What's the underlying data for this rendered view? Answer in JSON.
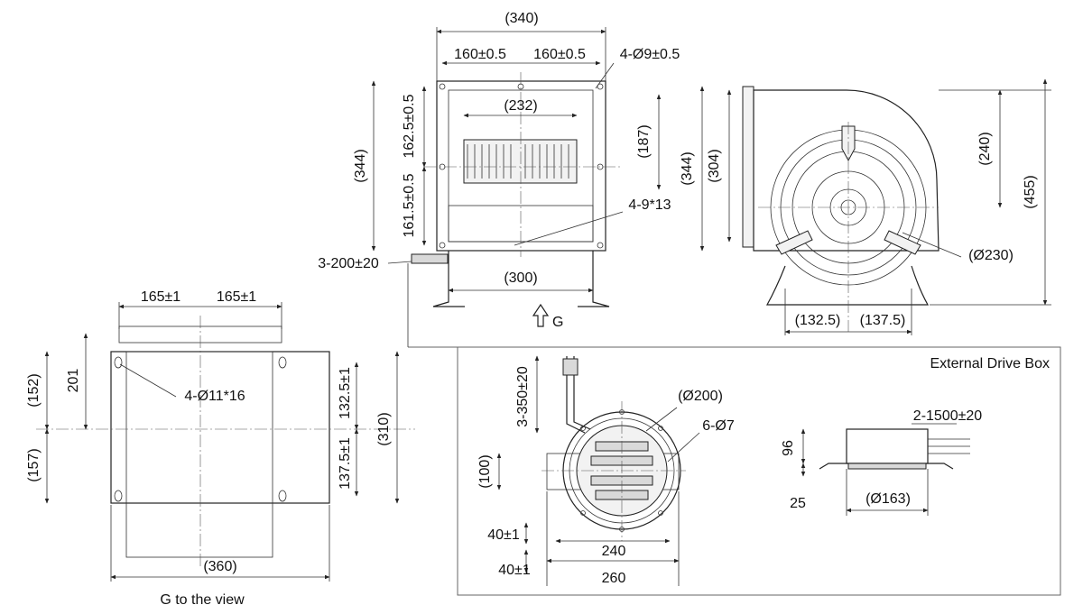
{
  "front": {
    "overall_width": "(340)",
    "half_left": "160±0.5",
    "half_right": "160±0.5",
    "holes": "4-Ø9±0.5",
    "inner_width": "(232)",
    "overall_height": "(344)",
    "upper": "162.5±0.5",
    "lower": "161.5±0.5",
    "outlet_height": "(187)",
    "slots": "4-9*13",
    "cable": "3-200±20",
    "base_width": "(300)",
    "view_label": "G"
  },
  "side": {
    "height_a": "(344)",
    "height_b": "(304)",
    "height_c": "(240)",
    "height_total": "(455)",
    "impeller": "(Ø230)",
    "left_offset": "(132.5)",
    "right_offset": "(137.5)"
  },
  "bottom": {
    "half_left": "165±1",
    "half_right": "165±1",
    "d152": "(152)",
    "d201": "201",
    "holes": "4-Ø11*16",
    "d157": "(157)",
    "d1325": "132.5±1",
    "d1375": "137.5±1",
    "d310": "(310)",
    "width": "(360)",
    "caption": "G to the view"
  },
  "drive": {
    "title": "External Drive Box",
    "cable": "3-350±20",
    "flange": "(Ø200)",
    "holes": "6-Ø7",
    "d100": "(100)",
    "d40a": "40±1",
    "d40b": "40±1",
    "w240": "240",
    "w260": "260",
    "box_cable": "2-1500±20",
    "h96": "96",
    "h25": "25",
    "box_dia": "(Ø163)"
  }
}
